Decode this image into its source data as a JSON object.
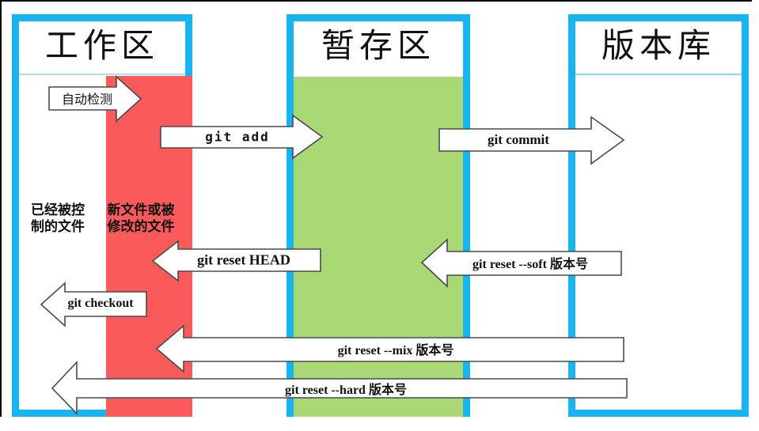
{
  "diagram": {
    "subject": "git-areas-flow",
    "columns": [
      {
        "id": "workspace",
        "title": "工作区"
      },
      {
        "id": "staging",
        "title": "暂存区"
      },
      {
        "id": "repository",
        "title": "版本库"
      }
    ],
    "file_labels": {
      "tracked": {
        "text": "已经被控\n制的文件"
      },
      "new_modified": {
        "text": "新文件或被\n修改的文件"
      }
    },
    "arrows": {
      "auto_detect": {
        "label": "自动检测",
        "direction": "right"
      },
      "git_add": {
        "label": "git add",
        "direction": "right"
      },
      "git_commit": {
        "label": "git commit",
        "direction": "right"
      },
      "git_reset_head": {
        "label": "git reset HEAD",
        "direction": "left"
      },
      "git_reset_soft": {
        "label": "git reset --soft 版本号",
        "direction": "left"
      },
      "git_checkout": {
        "label": "git checkout",
        "direction": "left"
      },
      "git_reset_mix": {
        "label": "git reset --mix 版本号",
        "direction": "left"
      },
      "git_reset_hard": {
        "label": "git reset --hard 版本号",
        "direction": "left"
      }
    },
    "colors": {
      "box_border_cyan": "#18b4ef",
      "modified_strip_red": "#fb5a5a",
      "staged_fill_green": "#a9d875",
      "arrow_fill": "#ffffff",
      "arrow_outline": "#4a4a4a",
      "text": "#111111"
    }
  }
}
